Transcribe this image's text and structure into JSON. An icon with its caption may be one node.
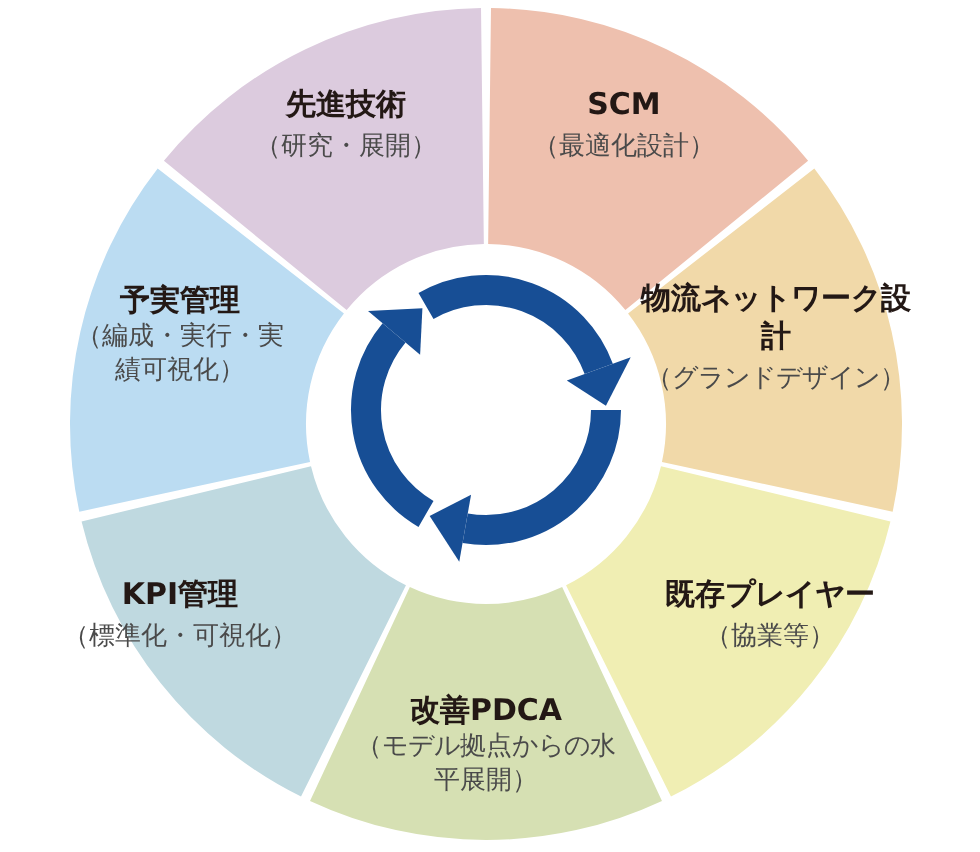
{
  "diagram": {
    "nodes": [
      {
        "text": [
          "先進技術",
          "（研究・展開）"
        ]
      },
      {
        "text": [
          "SCM",
          "（最適化設計）"
        ]
      },
      {
        "text": [
          "物流ネットワーク設計",
          "（グランドデザイン）"
        ]
      },
      {
        "text": [
          "既存プレイヤー",
          "（協業等）"
        ]
      },
      {
        "text": [
          "改善PDCA",
          "（モデル拠点からの水平展開）"
        ]
      },
      {
        "text": [
          "KPI管理",
          "（標準化・可視化）"
        ]
      },
      {
        "text": [
          "予実管理",
          "（編成・実行・実績可視化）"
        ]
      }
    ]
  }
}
